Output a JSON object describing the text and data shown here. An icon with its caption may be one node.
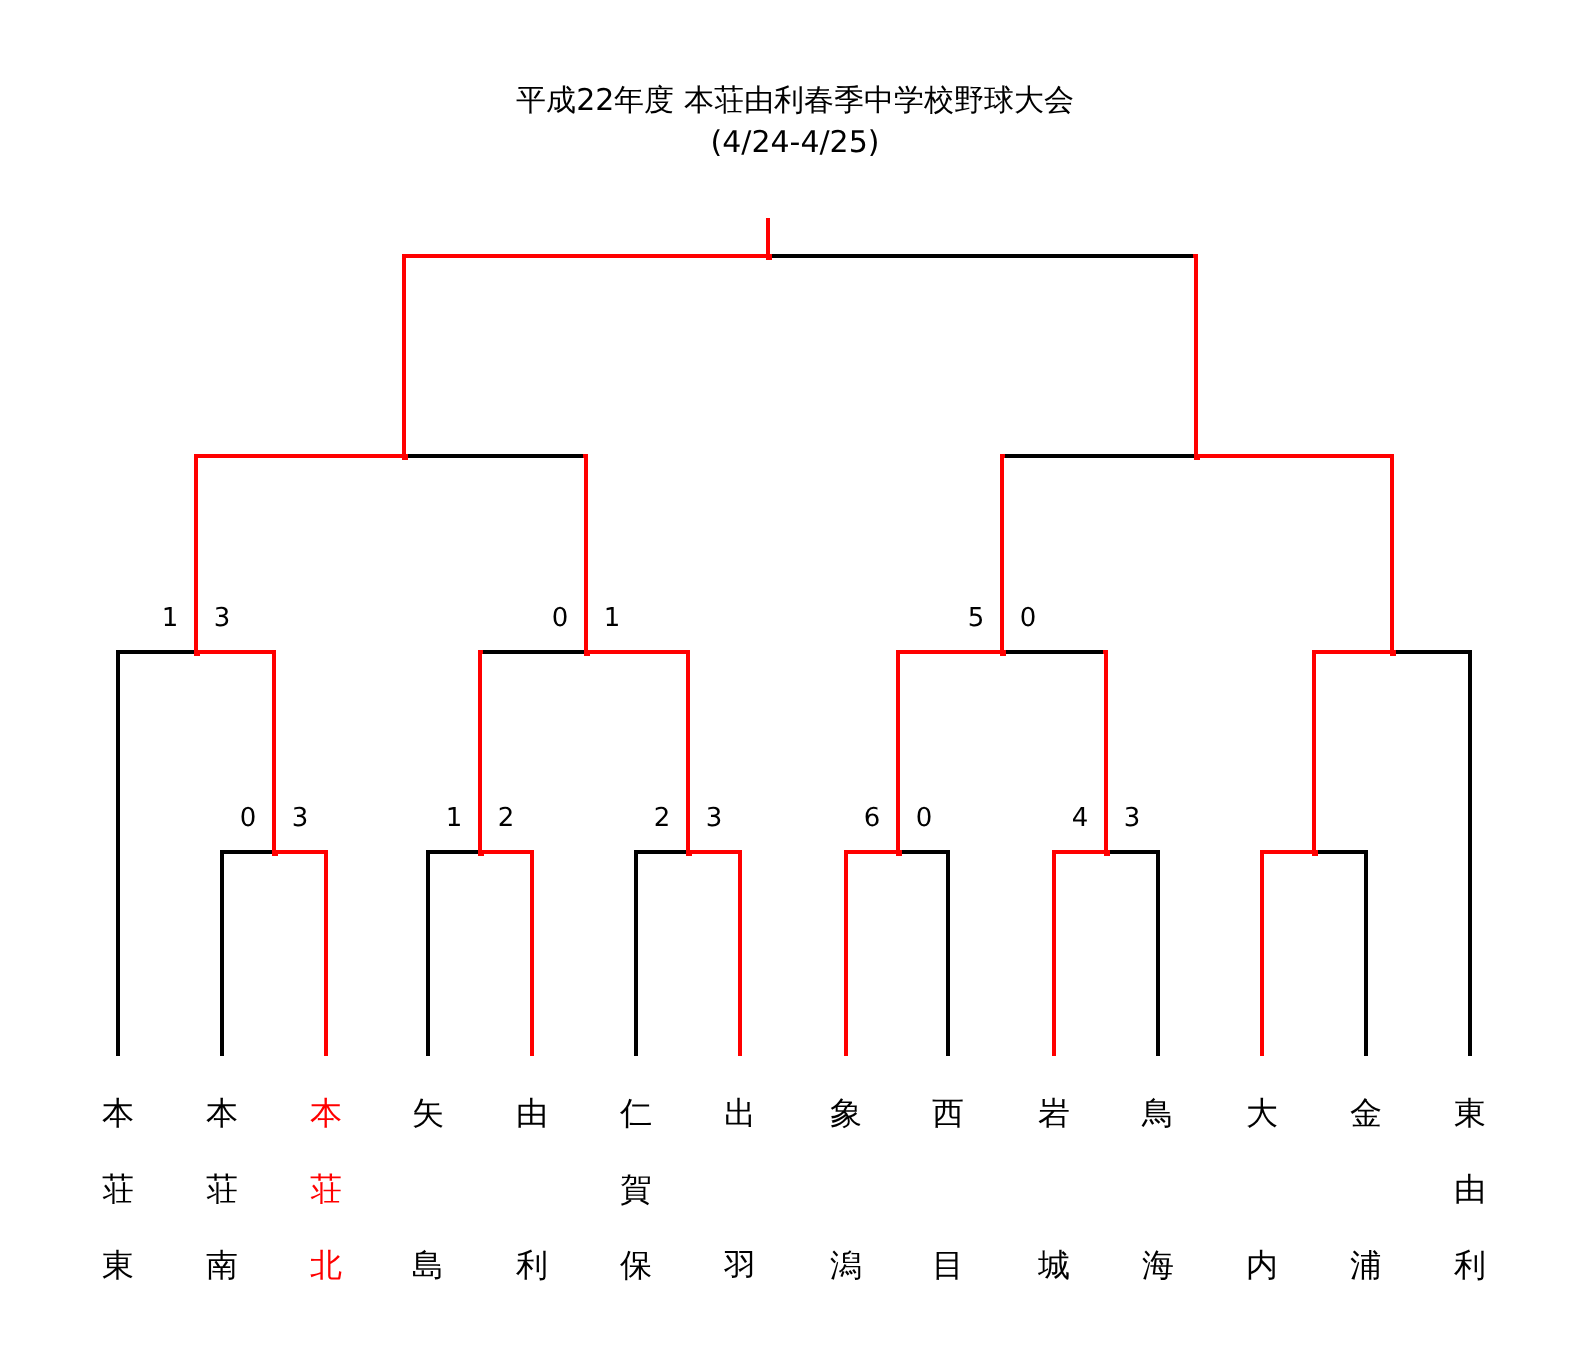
{
  "diagram": {
    "title": "平成22年度 本荘由利春季中学校野球大会",
    "nodes": [
      {
        "text": [
          "本荘東"
        ]
      },
      {
        "text": [
          "本荘南"
        ]
      },
      {
        "text": [
          "本荘北"
        ]
      },
      {
        "text": [
          "矢島"
        ]
      },
      {
        "text": [
          "由利"
        ]
      },
      {
        "text": [
          "仁賀保"
        ]
      },
      {
        "text": [
          "出羽"
        ]
      },
      {
        "text": [
          "象潟"
        ]
      },
      {
        "text": [
          "西目"
        ]
      },
      {
        "text": [
          "岩城"
        ]
      },
      {
        "text": [
          "鳥海"
        ]
      },
      {
        "text": [
          "大内"
        ]
      },
      {
        "text": [
          "金浦"
        ]
      },
      {
        "text": [
          "東由利"
        ]
      },
      {
        "text": [],
        "shape": "point"
      },
      {
        "text": [],
        "shape": "point"
      },
      {
        "text": [],
        "shape": "point"
      },
      {
        "text": [],
        "shape": "point"
      },
      {
        "text": [],
        "shape": "point"
      },
      {
        "text": [],
        "shape": "point"
      },
      {
        "text": [],
        "shape": "point"
      },
      {
        "text": [],
        "shape": "point"
      },
      {
        "text": [],
        "shape": "point"
      },
      {
        "text": [],
        "shape": "point"
      },
      {
        "text": [],
        "shape": "point"
      },
      {
        "text": [],
        "shape": "point"
      },
      {
        "text": [],
        "shape": "point"
      }
    ],
    "edges": [
      {
        "from": 1,
        "to": 21,
        "arrow": "none",
        "color": "#000000"
      },
      {
        "from": 2,
        "to": 21,
        "arrow": "none",
        "color": "#ff0000"
      },
      {
        "from": 3,
        "to": 22,
        "arrow": "none",
        "color": "#000000"
      },
      {
        "from": 4,
        "to": 22,
        "arrow": "none",
        "color": "#ff0000"
      },
      {
        "from": 5,
        "to": 23,
        "arrow": "none",
        "color": "#000000"
      },
      {
        "from": 6,
        "to": 23,
        "arrow": "none",
        "color": "#ff0000"
      },
      {
        "from": 7,
        "to": 24,
        "arrow": "none",
        "color": "#ff0000"
      },
      {
        "from": 8,
        "to": 24,
        "arrow": "none",
        "color": "#000000"
      },
      {
        "from": 9,
        "to": 25,
        "arrow": "none",
        "color": "#ff0000"
      },
      {
        "from": 10,
        "to": 25,
        "arrow": "none",
        "color": "#000000"
      },
      {
        "from": 11,
        "to": 26,
        "arrow": "none",
        "color": "#ff0000"
      },
      {
        "from": 12,
        "to": 26,
        "arrow": "none",
        "color": "#000000"
      },
      {
        "from": 0,
        "to": 17,
        "arrow": "none",
        "color": "#000000"
      },
      {
        "from": 21,
        "to": 17,
        "arrow": "none",
        "color": "#ff0000"
      },
      {
        "from": 22,
        "to": 18,
        "arrow": "none",
        "color": "#000000"
      },
      {
        "from": 23,
        "to": 18,
        "arrow": "none",
        "color": "#ff0000"
      },
      {
        "from": 24,
        "to": 19,
        "arrow": "none",
        "color": "#ff0000"
      },
      {
        "from": 25,
        "to": 19,
        "arrow": "none",
        "color": "#000000"
      },
      {
        "from": 26,
        "to": 20,
        "arrow": "none",
        "color": "#ff0000"
      },
      {
        "from": 13,
        "to": 20,
        "arrow": "none",
        "color": "#000000"
      },
      {
        "from": 17,
        "to": 15,
        "arrow": "none",
        "color": "#ff0000"
      },
      {
        "from": 18,
        "to": 15,
        "arrow": "none",
        "color": "#000000"
      },
      {
        "from": 19,
        "to": 16,
        "arrow": "none",
        "color": "#000000"
      },
      {
        "from": 20,
        "to": 16,
        "arrow": "none",
        "color": "#ff0000"
      },
      {
        "from": 15,
        "to": 14,
        "arrow": "none",
        "color": "#ff0000"
      },
      {
        "from": 16,
        "to": 14,
        "arrow": "none",
        "color": "#000000"
      },
      {
        "from": 14,
        "to": null,
        "arrow": "none",
        "color": "#ff0000"
      }
    ],
    "labels": [
      "(4/24-4/25)",
      "1",
      "3",
      "0",
      "1",
      "5",
      "0",
      "0",
      "3",
      "1",
      "2",
      "2",
      "3",
      "6",
      "0",
      "4",
      "3"
    ]
  }
}
